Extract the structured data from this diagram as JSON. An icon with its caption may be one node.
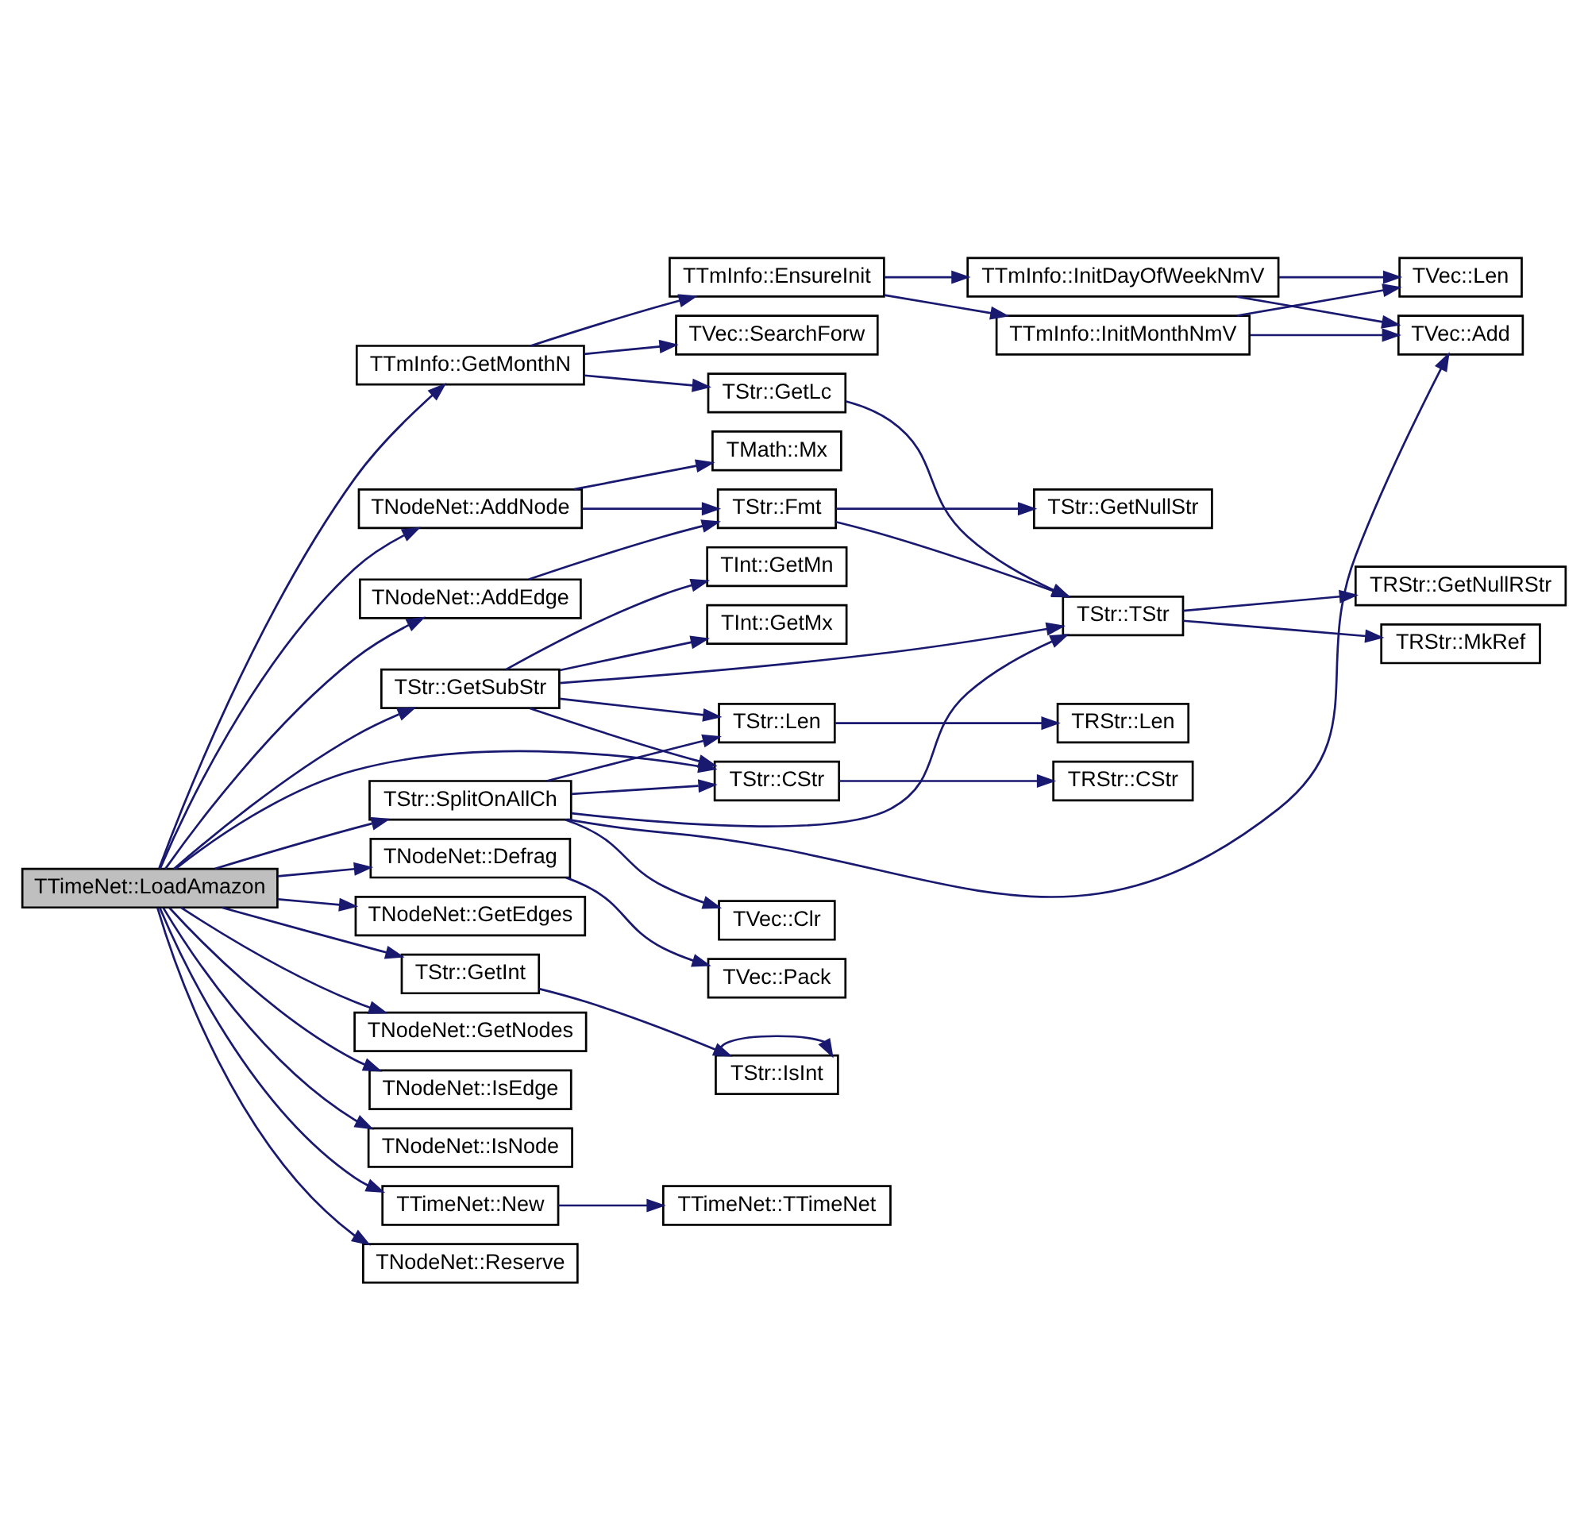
{
  "diagram": {
    "nodes": [
      {
        "text": [
          "TTimeNet::LoadAmazon"
        ]
      },
      {
        "text": [
          "TTmInfo::GetMonthN"
        ]
      },
      {
        "text": [
          "TTmInfo::EnsureInit"
        ]
      },
      {
        "text": [
          "TTmInfo::InitMonthNmV"
        ]
      },
      {
        "text": [
          "TVec::Len"
        ]
      },
      {
        "text": [
          "TVec::Add"
        ]
      },
      {
        "text": [
          "TTmInfo::InitDayOfWeekNmV"
        ]
      },
      {
        "text": [
          "TStr::GetLc"
        ]
      },
      {
        "text": [
          "TVec::SearchForw"
        ]
      },
      {
        "text": [
          "TMath::Mx"
        ]
      },
      {
        "text": [
          "TNodeNet::AddNode"
        ]
      },
      {
        "text": [
          "TStr::Fmt"
        ]
      },
      {
        "text": [
          "TStr::GetNullStr"
        ]
      },
      {
        "text": [
          "TStr::TStr"
        ]
      },
      {
        "text": [
          "TRStr::GetNullRStr"
        ]
      },
      {
        "text": [
          "TRStr::MkRef"
        ]
      },
      {
        "text": [
          "TNodeNet::AddEdge"
        ]
      },
      {
        "text": [
          "TStr::GetSubStr"
        ]
      },
      {
        "text": [
          "TInt::GetMn"
        ]
      },
      {
        "text": [
          "TInt::GetMx"
        ]
      },
      {
        "text": [
          "TStr::Len"
        ]
      },
      {
        "text": [
          "TRStr::Len"
        ]
      },
      {
        "text": [
          "TStr::CStr"
        ]
      },
      {
        "text": [
          "TRStr::CStr"
        ]
      },
      {
        "text": [
          "TStr::SplitOnAllCh"
        ]
      },
      {
        "text": [
          "TVec::Clr"
        ]
      },
      {
        "text": [
          "TNodeNet::Defrag"
        ]
      },
      {
        "text": [
          "TNodeNet::GetEdges"
        ]
      },
      {
        "text": [
          "TVec::Pack"
        ]
      },
      {
        "text": [
          "TStr::GetInt"
        ]
      },
      {
        "text": [
          "TStr::IsInt"
        ]
      },
      {
        "text": [
          "TNodeNet::GetNodes"
        ]
      },
      {
        "text": [
          "TNodeNet::IsEdge"
        ]
      },
      {
        "text": [
          "TNodeNet::IsNode"
        ]
      },
      {
        "text": [
          "TTimeNet::New"
        ]
      },
      {
        "text": [
          "TTimeNet::TTimeNet"
        ]
      },
      {
        "text": [
          "TNodeNet::Reserve"
        ]
      }
    ],
    "edges": [
      {
        "from": 0,
        "to": 1,
        "arrow": "to"
      },
      {
        "from": 0,
        "to": 10,
        "arrow": "to"
      },
      {
        "from": 0,
        "to": 16,
        "arrow": "to"
      },
      {
        "from": 0,
        "to": 17,
        "arrow": "to"
      },
      {
        "from": 0,
        "to": 22,
        "arrow": "to"
      },
      {
        "from": 0,
        "to": 24,
        "arrow": "to"
      },
      {
        "from": 0,
        "to": 26,
        "arrow": "to"
      },
      {
        "from": 0,
        "to": 27,
        "arrow": "to"
      },
      {
        "from": 0,
        "to": 29,
        "arrow": "to"
      },
      {
        "from": 0,
        "to": 31,
        "arrow": "to"
      },
      {
        "from": 0,
        "to": 32,
        "arrow": "to"
      },
      {
        "from": 0,
        "to": 33,
        "arrow": "to"
      },
      {
        "from": 0,
        "to": 34,
        "arrow": "to"
      },
      {
        "from": 0,
        "to": 36,
        "arrow": "to"
      },
      {
        "from": 1,
        "to": 2,
        "arrow": "to"
      },
      {
        "from": 1,
        "to": 7,
        "arrow": "to"
      },
      {
        "from": 1,
        "to": 8,
        "arrow": "to"
      },
      {
        "from": 2,
        "to": 3,
        "arrow": "to"
      },
      {
        "from": 2,
        "to": 6,
        "arrow": "to"
      },
      {
        "from": 3,
        "to": 4,
        "arrow": "to"
      },
      {
        "from": 3,
        "to": 5,
        "arrow": "to"
      },
      {
        "from": 6,
        "to": 4,
        "arrow": "to"
      },
      {
        "from": 6,
        "to": 5,
        "arrow": "to"
      },
      {
        "from": 7,
        "to": 13,
        "arrow": "to"
      },
      {
        "from": 10,
        "to": 9,
        "arrow": "to"
      },
      {
        "from": 10,
        "to": 11,
        "arrow": "to"
      },
      {
        "from": 11,
        "to": 12,
        "arrow": "to"
      },
      {
        "from": 11,
        "to": 13,
        "arrow": "to"
      },
      {
        "from": 13,
        "to": 14,
        "arrow": "to"
      },
      {
        "from": 13,
        "to": 15,
        "arrow": "to"
      },
      {
        "from": 16,
        "to": 11,
        "arrow": "to"
      },
      {
        "from": 17,
        "to": 13,
        "arrow": "to"
      },
      {
        "from": 17,
        "to": 18,
        "arrow": "to"
      },
      {
        "from": 17,
        "to": 19,
        "arrow": "to"
      },
      {
        "from": 17,
        "to": 20,
        "arrow": "to"
      },
      {
        "from": 17,
        "to": 22,
        "arrow": "to"
      },
      {
        "from": 20,
        "to": 21,
        "arrow": "to"
      },
      {
        "from": 22,
        "to": 23,
        "arrow": "to"
      },
      {
        "from": 24,
        "to": 20,
        "arrow": "to"
      },
      {
        "from": 24,
        "to": 22,
        "arrow": "to"
      },
      {
        "from": 24,
        "to": 25,
        "arrow": "to"
      },
      {
        "from": 24,
        "to": 13,
        "arrow": "to"
      },
      {
        "from": 24,
        "to": 5,
        "arrow": "to"
      },
      {
        "from": 26,
        "to": 28,
        "arrow": "to"
      },
      {
        "from": 29,
        "to": 30,
        "arrow": "to"
      },
      {
        "from": 30,
        "to": 30,
        "arrow": "to"
      },
      {
        "from": 34,
        "to": 35,
        "arrow": "to"
      }
    ]
  }
}
